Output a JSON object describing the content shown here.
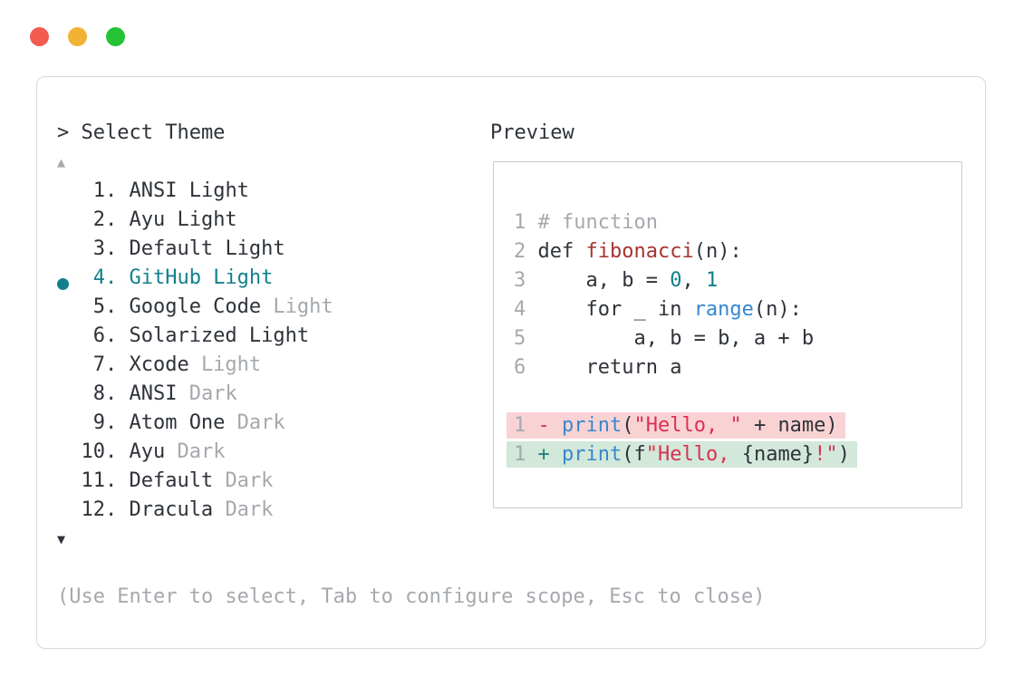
{
  "palette": {
    "dark": "#2e3339",
    "gray": "#a5a9ad",
    "teal": "#11808b",
    "blue": "#3787cf",
    "func_red": "#a8332e",
    "str_red": "#da3150",
    "plus_teal": "#1f837b",
    "removed_bg": "#f9d3d4",
    "added_bg": "#d2e8da",
    "border": "#d8d8d8",
    "innerborder": "#c7c9cc",
    "traffic_red": "#f25c50",
    "traffic_yellow": "#f2b234",
    "traffic_green": "#25c335"
  },
  "window_controls": {
    "close": "close",
    "minimize": "minimize",
    "zoom": "zoom"
  },
  "theme_picker": {
    "prompt": "> Select Theme",
    "scroll_up_indicator": "▲",
    "scroll_down_indicator": "▼",
    "items": [
      {
        "number": "1.",
        "name": "ANSI",
        "variant": "Light",
        "variant_muted": false,
        "selected": false
      },
      {
        "number": "2.",
        "name": "Ayu",
        "variant": "Light",
        "variant_muted": false,
        "selected": false
      },
      {
        "number": "3.",
        "name": "Default",
        "variant": "Light",
        "variant_muted": false,
        "selected": false
      },
      {
        "number": "4.",
        "name": "GitHub",
        "variant": "Light",
        "variant_muted": false,
        "selected": true
      },
      {
        "number": "5.",
        "name": "Google Code",
        "variant": "Light",
        "variant_muted": true,
        "selected": false
      },
      {
        "number": "6.",
        "name": "Solarized",
        "variant": "Light",
        "variant_muted": false,
        "selected": false
      },
      {
        "number": "7.",
        "name": "Xcode",
        "variant": "Light",
        "variant_muted": true,
        "selected": false
      },
      {
        "number": "8.",
        "name": "ANSI",
        "variant": "Dark",
        "variant_muted": true,
        "selected": false
      },
      {
        "number": "9.",
        "name": "Atom One",
        "variant": "Dark",
        "variant_muted": true,
        "selected": false
      },
      {
        "number": "10.",
        "name": "Ayu",
        "variant": "Dark",
        "variant_muted": true,
        "selected": false
      },
      {
        "number": "11.",
        "name": "Default",
        "variant": "Dark",
        "variant_muted": true,
        "selected": false
      },
      {
        "number": "12.",
        "name": "Dracula",
        "variant": "Dark",
        "variant_muted": true,
        "selected": false
      }
    ],
    "hint": "(Use Enter to select, Tab to configure scope, Esc to close)"
  },
  "preview": {
    "title": "Preview",
    "lines": [
      {
        "num": "1",
        "bg": null,
        "tokens": [
          {
            "t": "# function",
            "c": "comment"
          }
        ]
      },
      {
        "num": "2",
        "bg": null,
        "tokens": [
          {
            "t": "def ",
            "c": "plain"
          },
          {
            "t": "fibonacci",
            "c": "func"
          },
          {
            "t": "(n):",
            "c": "plain"
          }
        ]
      },
      {
        "num": "3",
        "bg": null,
        "tokens": [
          {
            "t": "    a, b = ",
            "c": "plain"
          },
          {
            "t": "0",
            "c": "num"
          },
          {
            "t": ", ",
            "c": "plain"
          },
          {
            "t": "1",
            "c": "num"
          }
        ]
      },
      {
        "num": "4",
        "bg": null,
        "tokens": [
          {
            "t": "    for _ in ",
            "c": "plain"
          },
          {
            "t": "range",
            "c": "blue"
          },
          {
            "t": "(n):",
            "c": "plain"
          }
        ]
      },
      {
        "num": "5",
        "bg": null,
        "tokens": [
          {
            "t": "        a, b = b, a + b",
            "c": "plain"
          }
        ]
      },
      {
        "num": "6",
        "bg": null,
        "tokens": [
          {
            "t": "    return a",
            "c": "plain"
          }
        ]
      },
      {
        "num": "",
        "bg": null,
        "tokens": []
      },
      {
        "num": "1",
        "bg": "removed",
        "tokens": [
          {
            "t": "- ",
            "c": "minus"
          },
          {
            "t": "print",
            "c": "blue"
          },
          {
            "t": "(",
            "c": "plain"
          },
          {
            "t": "\"Hello, \"",
            "c": "str"
          },
          {
            "t": " + name)",
            "c": "plain"
          }
        ]
      },
      {
        "num": "1",
        "bg": "added",
        "tokens": [
          {
            "t": "+ ",
            "c": "plus"
          },
          {
            "t": "print",
            "c": "blue"
          },
          {
            "t": "(f",
            "c": "plain"
          },
          {
            "t": "\"Hello, ",
            "c": "str"
          },
          {
            "t": "{name}",
            "c": "plain"
          },
          {
            "t": "!\"",
            "c": "str"
          },
          {
            "t": ")",
            "c": "plain"
          }
        ]
      }
    ]
  }
}
